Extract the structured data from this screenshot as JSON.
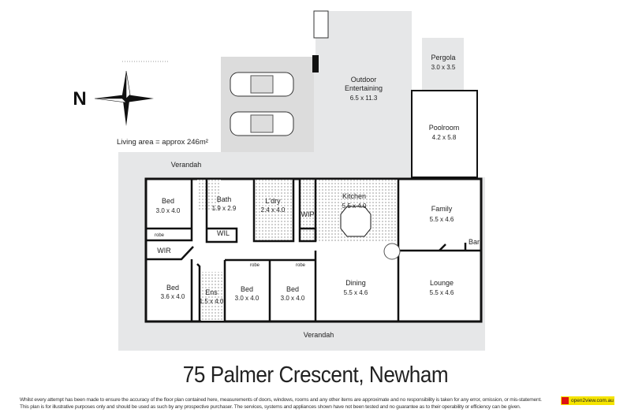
{
  "title": "75 Palmer Crescent, Newham",
  "living_area": "Living area = approx 246m²",
  "compass": {
    "label": "N",
    "icon": "compass-rose-icon"
  },
  "rooms": [
    {
      "name": "Pergola",
      "dims": "3.0 x 3.5"
    },
    {
      "name": "Outdoor Entertaining",
      "name2": "Entertaining",
      "dims": "6.5 x 11.3"
    },
    {
      "name": "Poolroom",
      "dims": "4.2 x 5.8"
    },
    {
      "name": "Bed",
      "dims": "3.0 x 4.0"
    },
    {
      "name": "Bath",
      "dims": "1.9 x 2.9"
    },
    {
      "name": "L'dry",
      "dims": "2.4 x 4.0"
    },
    {
      "name": "Kitchen",
      "dims": "5.5 x 4.0"
    },
    {
      "name": "Family",
      "dims": "5.5 x 4.6"
    },
    {
      "name": "Bed",
      "dims": "3.6 x 4.0"
    },
    {
      "name": "Ens",
      "dims": "1.5 x 4.0"
    },
    {
      "name": "Bed",
      "dims": "3.0 x 4.0"
    },
    {
      "name": "Bed",
      "dims": "3.0 x 4.0"
    },
    {
      "name": "Dining",
      "dims": "5.5 x 4.6"
    },
    {
      "name": "Lounge",
      "dims": "5.5 x 4.6"
    }
  ],
  "small_labels": {
    "wil": "WIL",
    "wir": "WIR",
    "wip": "WIP",
    "bar": "Bar",
    "robe": "robe",
    "verandah": "Verandah",
    "outdoor": "Outdoor"
  },
  "disclaimer": [
    "Whilst every attempt has been made to ensure the accuracy of the floor plan contained here, measurements of doors, windows, rooms and any other items are approximate and no responsibility is taken for any error, omission, or mis-statement.",
    "This plan is for illustrative purposes only and should be used as such by any prospective purchaser. The services, systems and appliances shown have not been tested and no guarantee as to their operability or efficiency can be given."
  ],
  "logo": "open2view.com.au",
  "colors": {
    "verandah": "#e6e7e8",
    "wall": "#111111",
    "tile": "#d8d8d8",
    "logo_bg": "#f5e400"
  }
}
